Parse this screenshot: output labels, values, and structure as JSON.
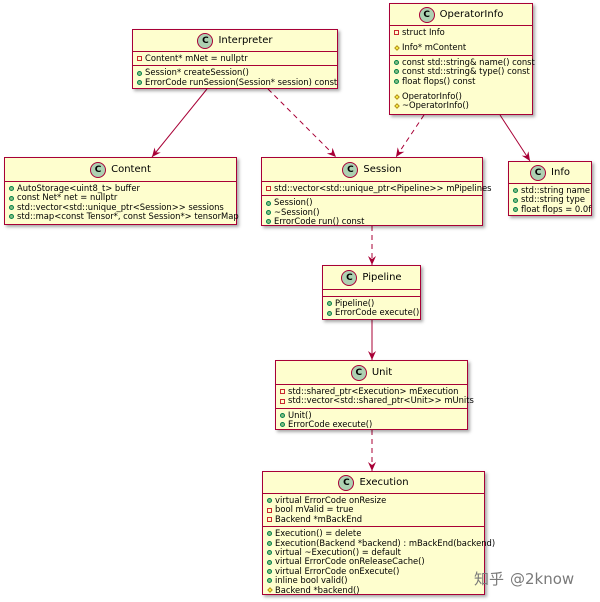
{
  "colors": {
    "class_fill": "#fefece",
    "class_border": "#a80036",
    "badge_fill": "#add1b2",
    "edge": "#a80036"
  },
  "classes": [
    {
      "id": "interpreter",
      "name": "Interpreter",
      "sections": [
        [
          {
            "v": "private",
            "t": "Content* mNet = nullptr"
          }
        ],
        [
          {
            "v": "public",
            "t": "Session* createSession()"
          },
          {
            "v": "public",
            "t": "ErrorCode runSession(Session* session) const"
          }
        ]
      ]
    },
    {
      "id": "operatorinfo",
      "name": "OperatorInfo",
      "sections": [
        [
          {
            "v": "private",
            "t": "struct Info"
          },
          {
            "v": "gap",
            "t": ""
          },
          {
            "v": "protected",
            "t": "Info* mContent"
          }
        ],
        [
          {
            "v": "public",
            "t": "const std::string& name() const"
          },
          {
            "v": "public",
            "t": "const std::string& type() const"
          },
          {
            "v": "public",
            "t": "float flops() const"
          },
          {
            "v": "gap",
            "t": ""
          },
          {
            "v": "protected",
            "t": "OperatorInfo()"
          },
          {
            "v": "protected",
            "t": "~OperatorInfo()"
          }
        ]
      ]
    },
    {
      "id": "content",
      "name": "Content",
      "sections": [
        [
          {
            "v": "public",
            "t": "AutoStorage<uint8_t> buffer"
          },
          {
            "v": "public",
            "t": "const Net* net = nullptr"
          },
          {
            "v": "public",
            "t": "std::vector<std::unique_ptr<Session>> sessions"
          },
          {
            "v": "public",
            "t": "std::map<const Tensor*, const Session*> tensorMap"
          }
        ]
      ]
    },
    {
      "id": "session",
      "name": "Session",
      "sections": [
        [
          {
            "v": "private",
            "t": "std::vector<std::unique_ptr<Pipeline>> mPipelines"
          }
        ],
        [
          {
            "v": "public",
            "t": "Session()"
          },
          {
            "v": "public",
            "t": "~Session()"
          },
          {
            "v": "public",
            "t": "ErrorCode run() const"
          }
        ]
      ]
    },
    {
      "id": "info",
      "name": "Info",
      "sections": [
        [
          {
            "v": "public",
            "t": "std::string name"
          },
          {
            "v": "public",
            "t": "std::string type"
          },
          {
            "v": "public",
            "t": "float flops = 0.0f"
          }
        ]
      ]
    },
    {
      "id": "pipeline",
      "name": "Pipeline",
      "sections": [
        [],
        [
          {
            "v": "public",
            "t": "Pipeline()"
          },
          {
            "v": "public",
            "t": "ErrorCode execute()"
          }
        ]
      ]
    },
    {
      "id": "unit",
      "name": "Unit",
      "sections": [
        [
          {
            "v": "private",
            "t": "std::shared_ptr<Execution> mExecution"
          },
          {
            "v": "private",
            "t": "std::vector<std::shared_ptr<Unit>> mUnits"
          }
        ],
        [
          {
            "v": "public",
            "t": "Unit()"
          },
          {
            "v": "public",
            "t": "ErrorCode execute()"
          }
        ]
      ]
    },
    {
      "id": "execution",
      "name": "Execution",
      "sections": [
        [
          {
            "v": "public",
            "t": "virtual ErrorCode onResize"
          },
          {
            "v": "private",
            "t": "bool mValid = true"
          },
          {
            "v": "private",
            "t": "Backend *mBackEnd"
          }
        ],
        [
          {
            "v": "public",
            "t": "Execution() = delete"
          },
          {
            "v": "public",
            "t": "Execution(Backend *backend) : mBackEnd(backend)"
          },
          {
            "v": "public",
            "t": "virtual ~Execution() = default"
          },
          {
            "v": "public",
            "t": "virtual ErrorCode onReleaseCache()"
          },
          {
            "v": "public",
            "t": "virtual ErrorCode onExecute()"
          },
          {
            "v": "public",
            "t": "inline bool valid()"
          },
          {
            "v": "protected",
            "t": "Backend *backend()"
          }
        ]
      ]
    }
  ],
  "edges": [
    {
      "from": "interpreter",
      "to": "content",
      "style": "solid"
    },
    {
      "from": "interpreter",
      "to": "session",
      "style": "dashed"
    },
    {
      "from": "operatorinfo",
      "to": "session",
      "style": "dashed"
    },
    {
      "from": "operatorinfo",
      "to": "info",
      "style": "solid"
    },
    {
      "from": "session",
      "to": "pipeline",
      "style": "dashed"
    },
    {
      "from": "pipeline",
      "to": "unit",
      "style": "solid"
    },
    {
      "from": "unit",
      "to": "execution",
      "style": "dashed"
    }
  ],
  "watermark": {
    "platform": "知乎",
    "handle": "@2know"
  }
}
